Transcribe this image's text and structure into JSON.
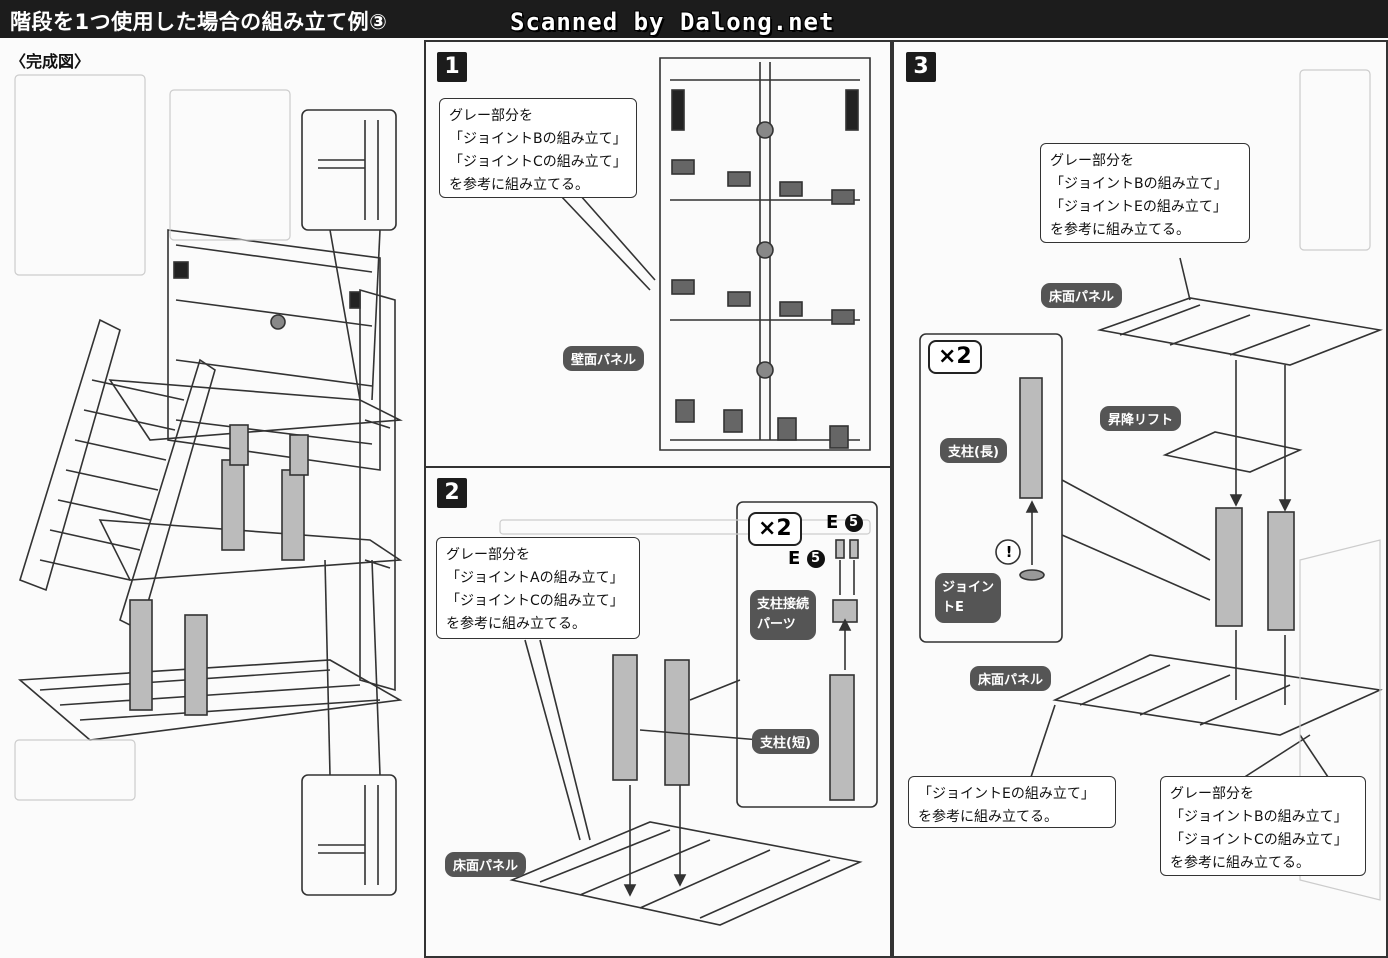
{
  "header": {
    "title": "階段を1つ使用した場合の組み立て例③",
    "watermark": "Scanned by Dalong.net"
  },
  "completed": {
    "label": "〈完成図〉"
  },
  "step1": {
    "number": "1",
    "callout": [
      "グレー部分を",
      "「ジョイントBの組み立て」",
      "「ジョイントCの組み立て」",
      "を参考に組み立てる。"
    ],
    "tag_wall": "壁面パネル"
  },
  "step2": {
    "number": "2",
    "callout": [
      "グレー部分を",
      "「ジョイントAの組み立て」",
      "「ジョイントCの組み立て」",
      "を参考に組み立てる。"
    ],
    "tag_floor": "床面パネル",
    "tag_pillar_short": "支柱(短)",
    "tag_connector": [
      "支柱接続",
      "パーツ"
    ],
    "x2": "×2",
    "part_e": "E",
    "part_num": "5"
  },
  "step3": {
    "number": "3",
    "callout_top": [
      "グレー部分を",
      "「ジョイントBの組み立て」",
      "「ジョイントEの組み立て」",
      "を参考に組み立てる。"
    ],
    "tag_floor_top": "床面パネル",
    "tag_lift": "昇降リフト",
    "tag_pillar_long": "支柱(長)",
    "tag_joint_e": [
      "ジョイン",
      "トE"
    ],
    "tag_floor_bottom": "床面パネル",
    "x2": "×2",
    "warning": "!",
    "callout_left": [
      "「ジョイントEの組み立て」",
      "を参考に組み立てる。"
    ],
    "callout_right": [
      "グレー部分を",
      "「ジョイントBの組み立て」",
      "「ジョイントCの組み立て」",
      "を参考に組み立てる。"
    ]
  }
}
